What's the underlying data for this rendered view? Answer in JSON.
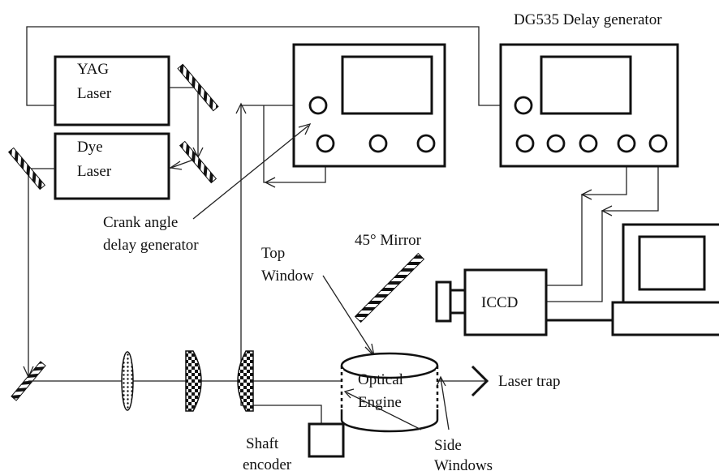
{
  "labels": {
    "dg535": "DG535 Delay generator",
    "yag_line1": "YAG",
    "yag_line2": "Laser",
    "dye_line1": "Dye",
    "dye_line2": "Laser",
    "crank_line1": "Crank angle",
    "crank_line2": "delay generator",
    "mirror45": "45° Mirror",
    "top_line1": "Top",
    "top_line2": "Window",
    "iccd": "ICCD",
    "engine_line1": "Optical",
    "engine_line2": "Engine",
    "laser_trap": "Laser trap",
    "shaft_line1": "Shaft",
    "shaft_line2": "encoder",
    "side_line1": "Side",
    "side_line2": "Windows"
  },
  "colors": {
    "ink": "#111111",
    "background": "#ffffff"
  }
}
